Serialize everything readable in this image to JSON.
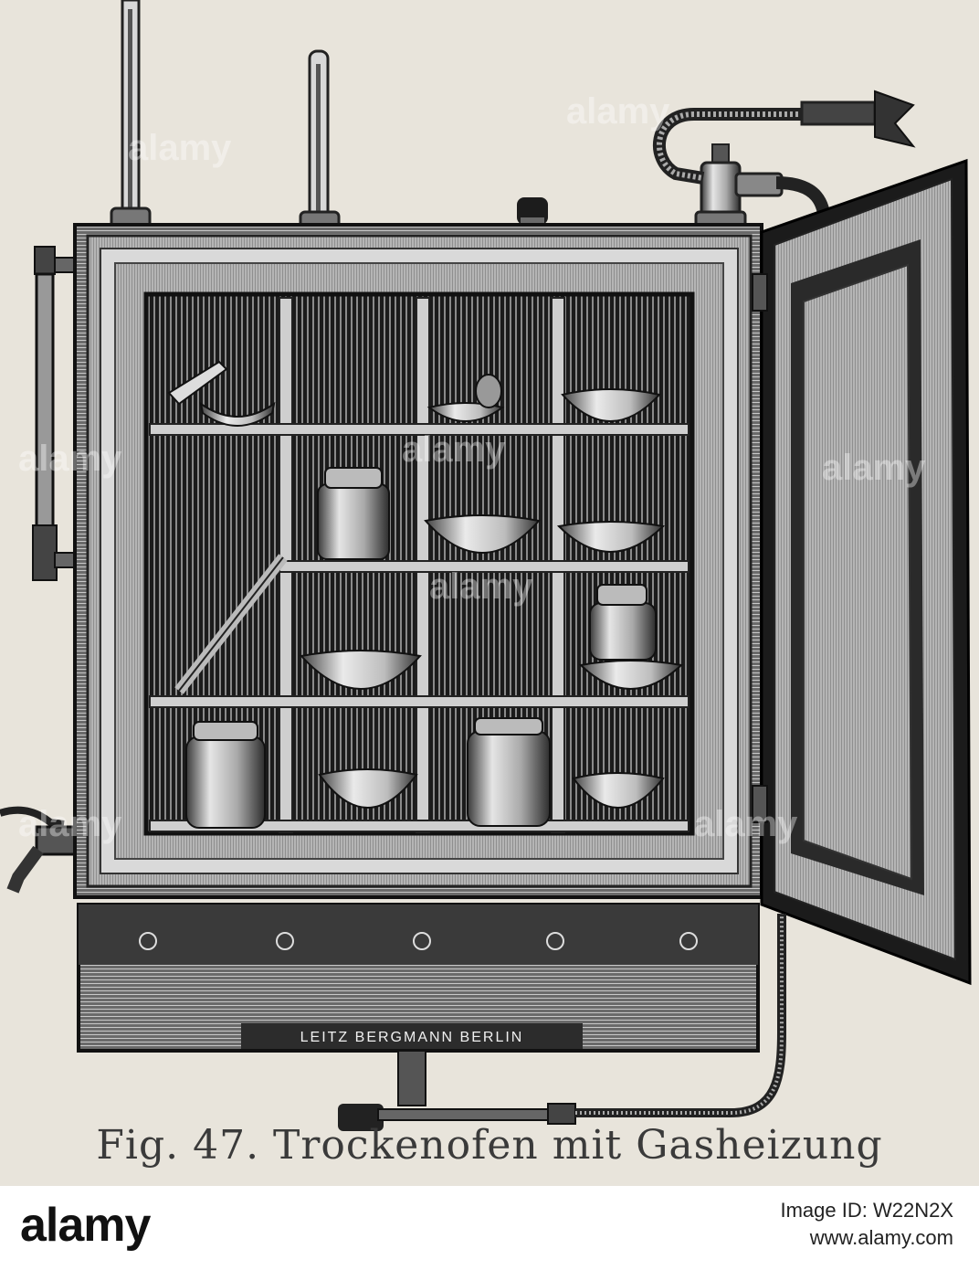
{
  "figure": {
    "caption": "Fig. 47. Trockenofen mit Gasheizung",
    "maker_plate": "LEITZ BERGMANN BERLIN"
  },
  "watermark": {
    "brand": "alamy",
    "image_id": "Image ID: W22N2X",
    "url": "www.alamy.com"
  }
}
